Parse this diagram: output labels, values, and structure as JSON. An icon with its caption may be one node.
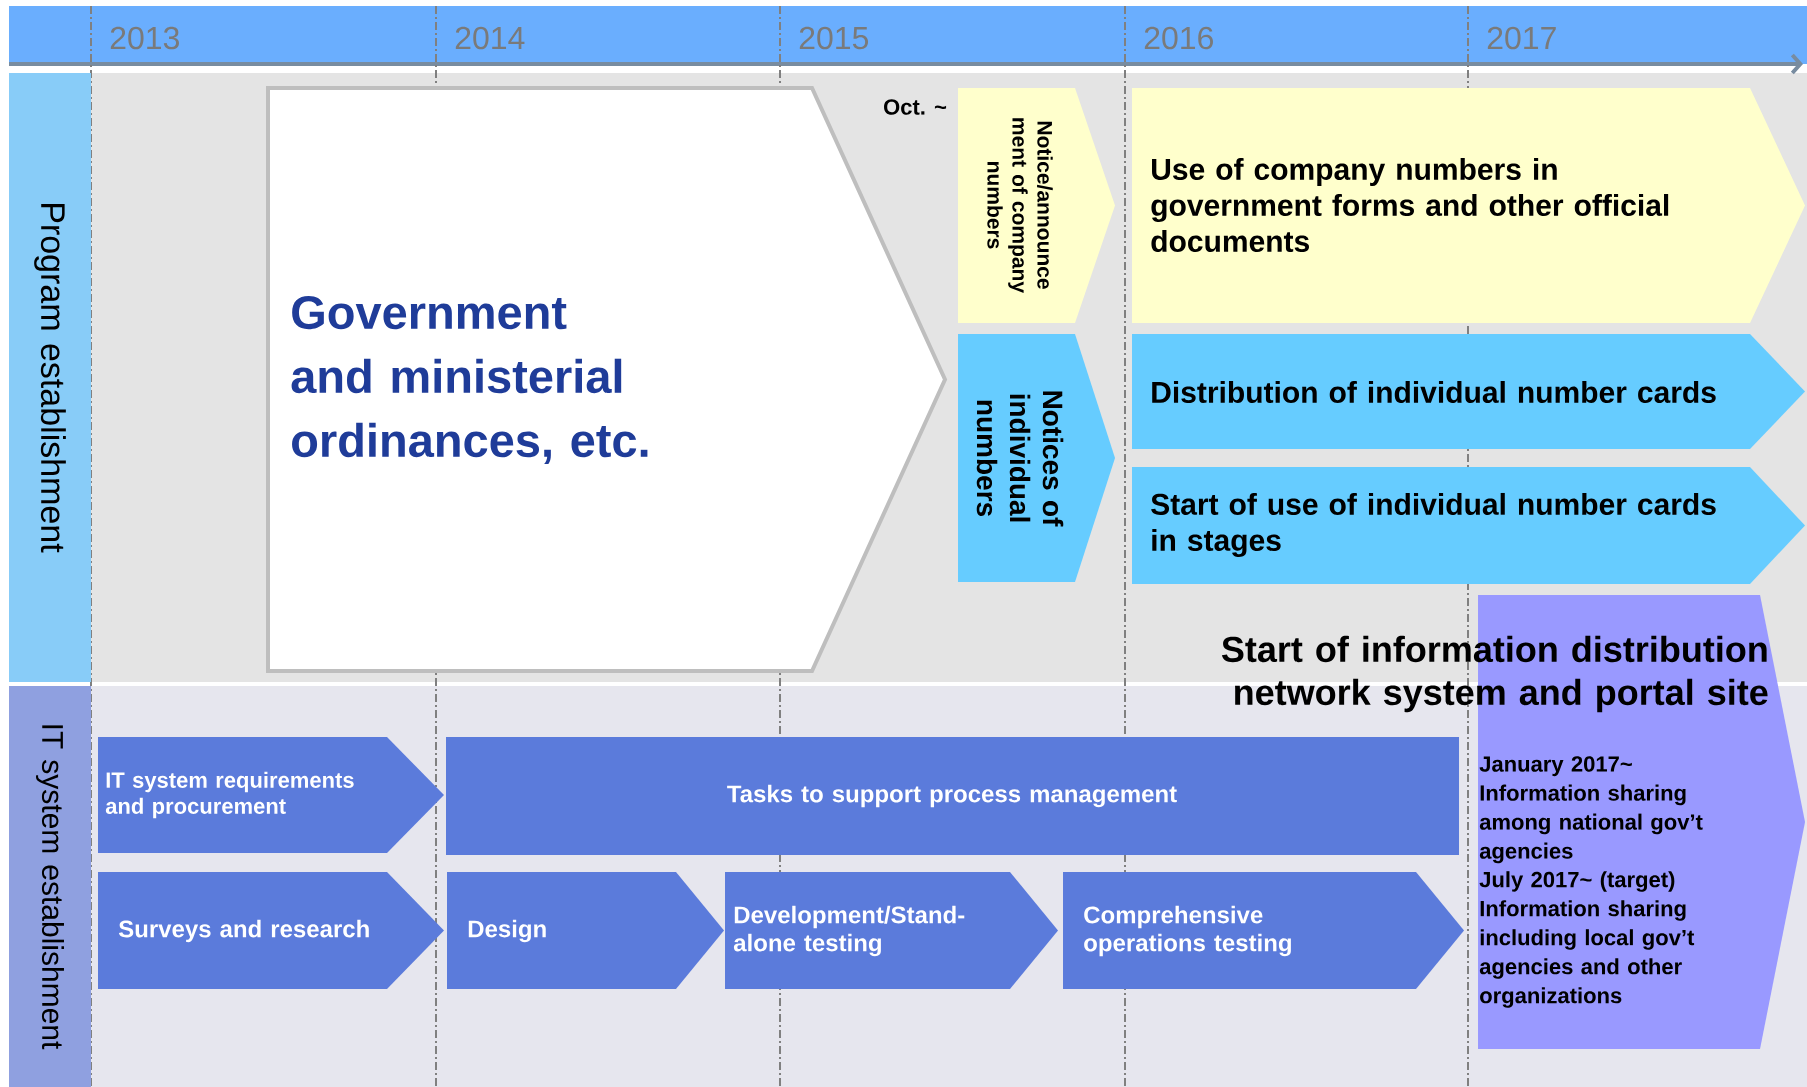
{
  "diagram": {
    "nodes": [
      {
        "text": [
          "Government and ministerial ordinances, etc."
        ]
      },
      {
        "text": [
          "Notice/announce ment of company numbers"
        ],
        "beside": [
          "Oct. ~"
        ]
      },
      {
        "text": [
          "Notices of individual numbers"
        ]
      },
      {
        "text": [
          "Use of company numbers in government forms and other official documents"
        ]
      },
      {
        "text": [
          "Distribution of individual number cards"
        ]
      },
      {
        "text": [
          "Start of use of individual number cards in stages"
        ]
      },
      {
        "text": [
          "Start of information distribution network system and portal site",
          "January 2017~ Information sharing among national gov’t agencies",
          "July 2017~ (target) Information sharing including local gov’t agencies and other organizations"
        ]
      },
      {
        "text": [
          "IT system requirements and procurement"
        ]
      },
      {
        "text": [
          "Tasks to support process management"
        ]
      },
      {
        "text": [
          "Surveys and research"
        ]
      },
      {
        "text": [
          "Design"
        ]
      },
      {
        "text": [
          "Development/Stand- alone testing"
        ]
      },
      {
        "text": [
          "Comprehensive operations testing"
        ]
      },
      {
        "text": [
          "Program establishment"
        ]
      },
      {
        "text": [
          "IT system establishment"
        ]
      }
    ],
    "edges": [],
    "labels": [
      "2013",
      "2014",
      "2015",
      "2016",
      "2017"
    ]
  }
}
